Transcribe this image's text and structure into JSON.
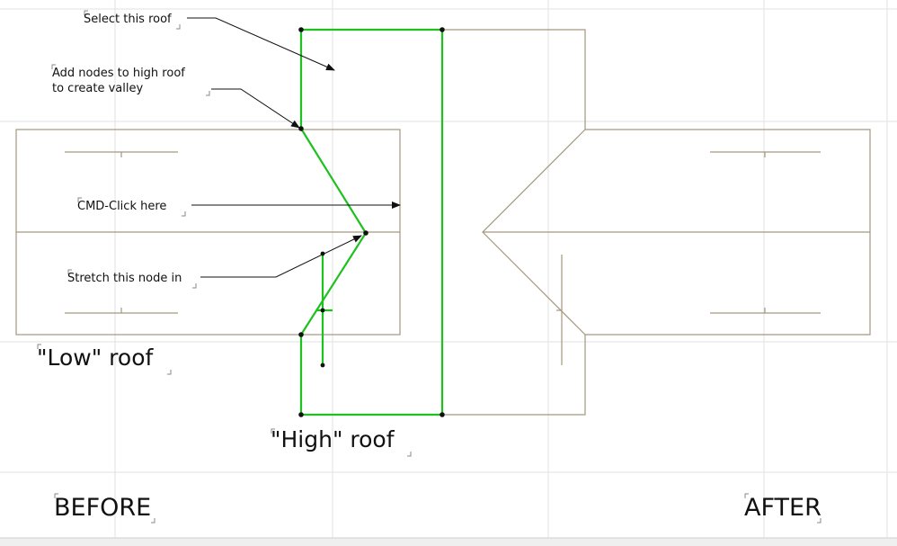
{
  "annotations": {
    "select_roof": "Select this roof",
    "add_nodes_line1": "Add nodes to high roof",
    "add_nodes_line2": "to create valley",
    "cmd_click": "CMD-Click here",
    "stretch_node": "Stretch this node in"
  },
  "labels": {
    "low_roof": "\"Low\" roof",
    "high_roof": "\"High\" roof",
    "before": "BEFORE",
    "after": "AFTER"
  },
  "colors": {
    "roof_outline": "#a4977f",
    "selection": "#1fc01f",
    "grid": "#e2e2e2",
    "text": "#111111",
    "node": "#111111",
    "leader": "#111111"
  }
}
